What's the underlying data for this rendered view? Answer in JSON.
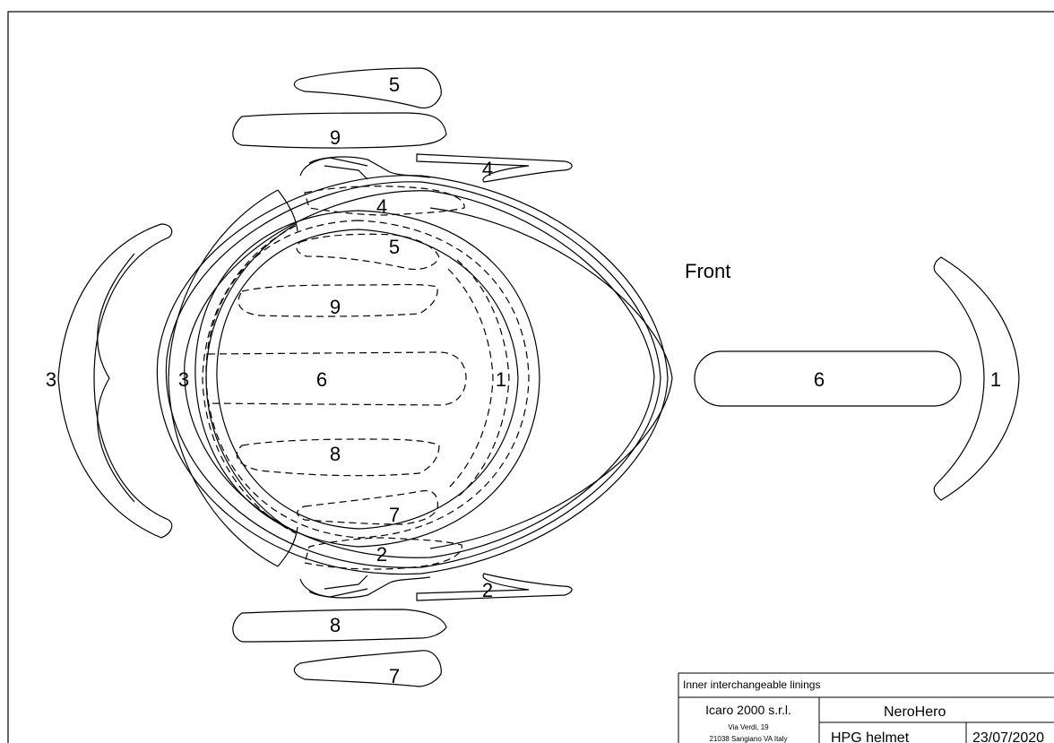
{
  "labels": {
    "front": "Front",
    "exploded_left": {
      "p3": "3"
    },
    "exploded_top": {
      "p5": "5",
      "p9": "9",
      "p4": "4"
    },
    "exploded_bottom": {
      "p2": "2",
      "p8": "8",
      "p7": "7"
    },
    "exploded_right": {
      "p6": "6",
      "p1": "1"
    },
    "inside": {
      "p3": "3",
      "p6": "6",
      "p1": "1",
      "p4": "4",
      "p5": "5",
      "p9": "9",
      "p8": "8",
      "p7": "7",
      "p2": "2"
    }
  },
  "title_block": {
    "title": "Inner interchangeable linings",
    "company": "Icaro 2000 s.r.l.",
    "address1": "Via Verdi, 19",
    "address2": "21038 Sangiano VA Italy",
    "product": "NeroHero",
    "model": "HPG helmet",
    "date": "23/07/2020"
  }
}
